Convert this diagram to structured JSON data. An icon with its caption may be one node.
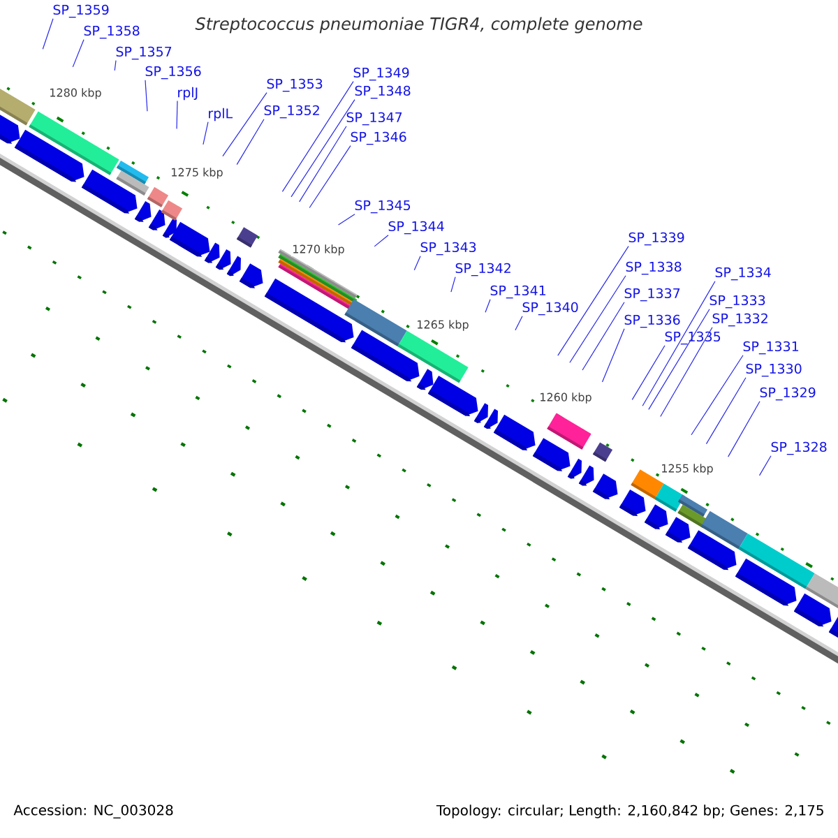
{
  "diagram": {
    "title": "Streptococcus pneumoniae TIGR4, complete genome",
    "nodes": [
      {
        "text": [
          "SP_1359"
        ]
      },
      {
        "text": [
          "SP_1358"
        ]
      },
      {
        "text": [
          "SP_1357"
        ]
      },
      {
        "text": [
          "SP_1356"
        ]
      },
      {
        "text": [
          "rplJ"
        ]
      },
      {
        "text": [
          "rplL"
        ]
      },
      {
        "text": [
          "SP_1353"
        ]
      },
      {
        "text": [
          "SP_1352"
        ]
      },
      {
        "text": [
          "SP_1349"
        ]
      },
      {
        "text": [
          "SP_1348"
        ]
      },
      {
        "text": [
          "SP_1347"
        ]
      },
      {
        "text": [
          "SP_1346"
        ]
      },
      {
        "text": [
          "SP_1345"
        ]
      },
      {
        "text": [
          "SP_1344"
        ]
      },
      {
        "text": [
          "SP_1343"
        ]
      },
      {
        "text": [
          "SP_1342"
        ]
      },
      {
        "text": [
          "SP_1341"
        ]
      },
      {
        "text": [
          "SP_1340"
        ]
      },
      {
        "text": [
          "SP_1339"
        ]
      },
      {
        "text": [
          "SP_1338"
        ]
      },
      {
        "text": [
          "SP_1337"
        ]
      },
      {
        "text": [
          "SP_1336"
        ]
      },
      {
        "text": [
          "SP_1335"
        ]
      },
      {
        "text": [
          "SP_1334"
        ]
      },
      {
        "text": [
          "SP_1333"
        ]
      },
      {
        "text": [
          "SP_1332"
        ]
      },
      {
        "text": [
          "SP_1331"
        ]
      },
      {
        "text": [
          "SP_1330"
        ]
      },
      {
        "text": [
          "SP_1329"
        ]
      },
      {
        "text": [
          "SP_1328"
        ]
      }
    ],
    "edges": [
      {
        "from": 0,
        "to": null,
        "arrow": "none"
      },
      {
        "from": 1,
        "to": null,
        "arrow": "none"
      },
      {
        "from": 2,
        "to": null,
        "arrow": "none"
      },
      {
        "from": 3,
        "to": null,
        "arrow": "none"
      },
      {
        "from": 4,
        "to": null,
        "arrow": "none"
      },
      {
        "from": 5,
        "to": null,
        "arrow": "none"
      },
      {
        "from": 6,
        "to": null,
        "arrow": "none"
      },
      {
        "from": 7,
        "to": null,
        "arrow": "none"
      },
      {
        "from": 8,
        "to": null,
        "arrow": "none"
      },
      {
        "from": 9,
        "to": null,
        "arrow": "none"
      },
      {
        "from": 10,
        "to": null,
        "arrow": "none"
      },
      {
        "from": 11,
        "to": null,
        "arrow": "none"
      },
      {
        "from": 12,
        "to": null,
        "arrow": "none"
      },
      {
        "from": 13,
        "to": null,
        "arrow": "none"
      },
      {
        "from": 14,
        "to": null,
        "arrow": "none"
      },
      {
        "from": 15,
        "to": null,
        "arrow": "none"
      },
      {
        "from": 16,
        "to": null,
        "arrow": "none"
      },
      {
        "from": 17,
        "to": null,
        "arrow": "none"
      },
      {
        "from": 18,
        "to": null,
        "arrow": "none"
      },
      {
        "from": 19,
        "to": null,
        "arrow": "none"
      },
      {
        "from": 20,
        "to": null,
        "arrow": "none"
      },
      {
        "from": 21,
        "to": null,
        "arrow": "none"
      },
      {
        "from": 22,
        "to": null,
        "arrow": "none"
      },
      {
        "from": 23,
        "to": null,
        "arrow": "none"
      },
      {
        "from": 24,
        "to": null,
        "arrow": "none"
      },
      {
        "from": 25,
        "to": null,
        "arrow": "none"
      },
      {
        "from": 26,
        "to": null,
        "arrow": "none"
      },
      {
        "from": 27,
        "to": null,
        "arrow": "none"
      },
      {
        "from": 28,
        "to": null,
        "arrow": "none"
      },
      {
        "from": 29,
        "to": null,
        "arrow": "none"
      }
    ],
    "labels": [
      "1280 kbp",
      "1275 kbp",
      "1270 kbp",
      "1265 kbp",
      "1260 kbp",
      "1255 kbp",
      "Accession: NC_003028",
      "Topology: circular; Length: 2,160,842 bp; Genes: 2,175"
    ]
  }
}
